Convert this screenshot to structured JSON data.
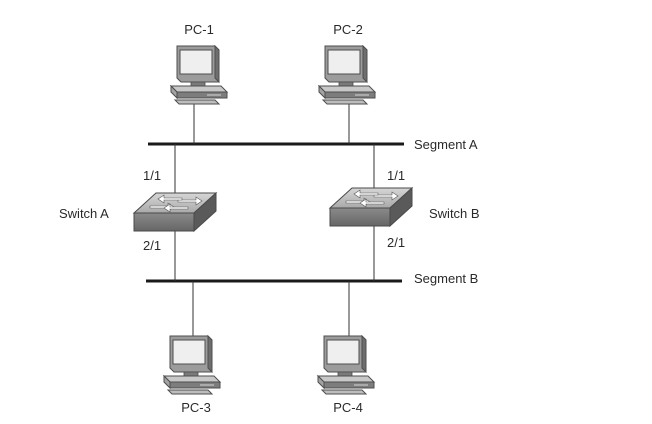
{
  "nodes": {
    "pc1": {
      "label": "PC-1",
      "icon": "desktop-pc-icon"
    },
    "pc2": {
      "label": "PC-2",
      "icon": "desktop-pc-icon"
    },
    "pc3": {
      "label": "PC-3",
      "icon": "desktop-pc-icon"
    },
    "pc4": {
      "label": "PC-4",
      "icon": "desktop-pc-icon"
    },
    "switch_a": {
      "label": "Switch A",
      "icon": "switch-icon",
      "port_top": "1/1",
      "port_bottom": "2/1"
    },
    "switch_b": {
      "label": "Switch B",
      "icon": "switch-icon",
      "port_top": "1/1",
      "port_bottom": "2/1"
    }
  },
  "segments": {
    "a": {
      "label": "Segment A"
    },
    "b": {
      "label": "Segment B"
    }
  },
  "colors": {
    "line": "#1a1a1a",
    "device_dark": "#6e6e6e",
    "device_mid": "#9a9a9a",
    "device_light": "#c4c4c4",
    "screen": "#efefef"
  }
}
